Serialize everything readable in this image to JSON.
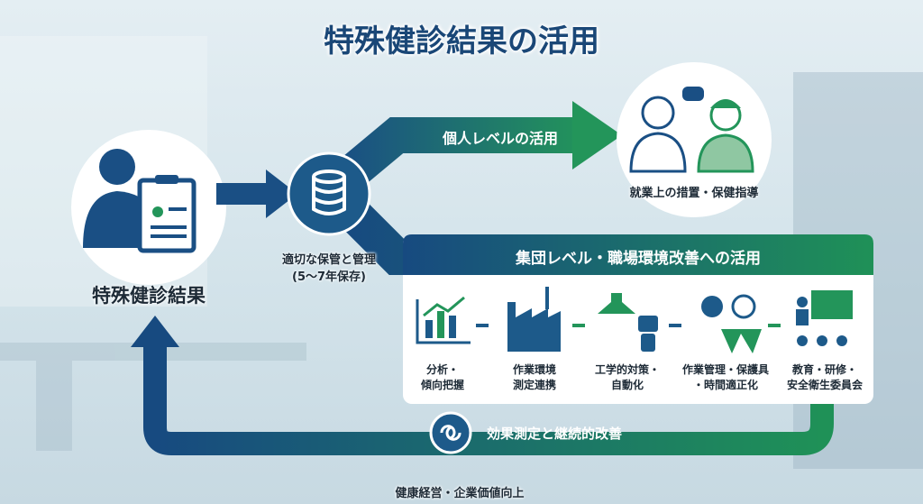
{
  "title": "特殊健診結果の活用",
  "source": {
    "label": "特殊健診結果"
  },
  "storage": {
    "line1": "適切な保管と管理",
    "line2": "(5〜7年保存)"
  },
  "individual": {
    "arrow_label": "個人レベルの活用",
    "result_label": "就業上の措置・保健指導"
  },
  "group": {
    "header": "集団レベル・職場環境改善への活用",
    "steps": [
      {
        "line1": "分析・",
        "line2": "傾向把握",
        "icon": "chart-icon"
      },
      {
        "line1": "作業環境",
        "line2": "測定連携",
        "icon": "factory-icon"
      },
      {
        "line1": "工学的対策・",
        "line2": "自動化",
        "icon": "hood-robot-icon"
      },
      {
        "line1": "作業管理・保護具",
        "line2": "・時間適正化",
        "icon": "mask-clock-gloves-icon"
      },
      {
        "line1": "教育・研修・",
        "line2": "安全衛生委員会",
        "icon": "training-icon"
      }
    ]
  },
  "cycle": {
    "label": "効果測定と継続的改善"
  },
  "footer": "健康経営・企業価値向上",
  "colors": {
    "navy": "#1a4f84",
    "green": "#23955a",
    "title": "#1a4777"
  }
}
